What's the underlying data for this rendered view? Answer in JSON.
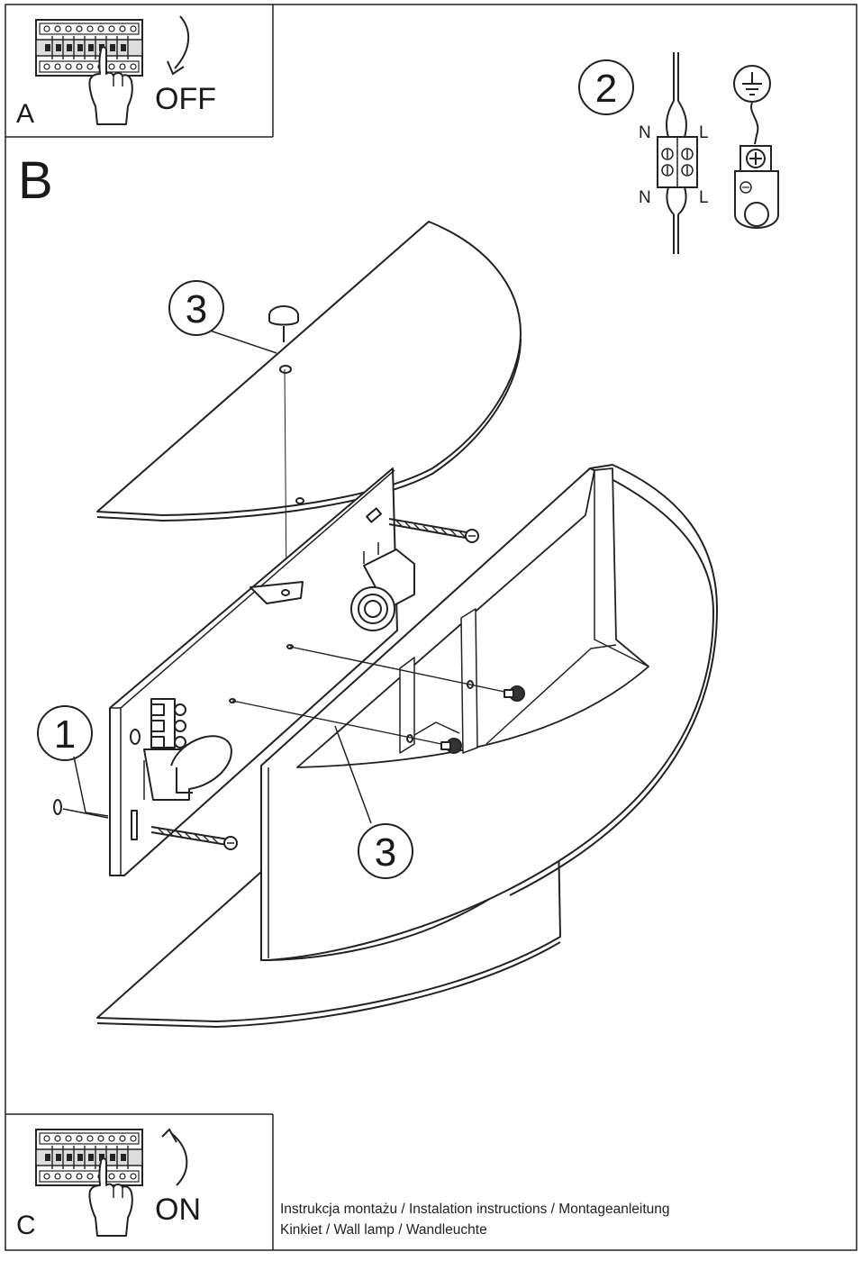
{
  "panels": {
    "a": {
      "letter": "A",
      "caption": "OFF"
    },
    "b": {
      "letter": "B"
    },
    "c": {
      "letter": "C",
      "caption": "ON"
    }
  },
  "callouts": {
    "fixing_plate": "1",
    "wiring": "2",
    "screws_top": "3",
    "screws_front": "3"
  },
  "wiring": {
    "neutral_in": "N",
    "live_in": "L",
    "neutral_out": "N",
    "live_out": "L"
  },
  "footer": {
    "line1": "Instrukcja montażu / Instalation instructions / Montageanleitung",
    "line2": "Kinkiet  / Wall lamp / Wandleuchte"
  }
}
